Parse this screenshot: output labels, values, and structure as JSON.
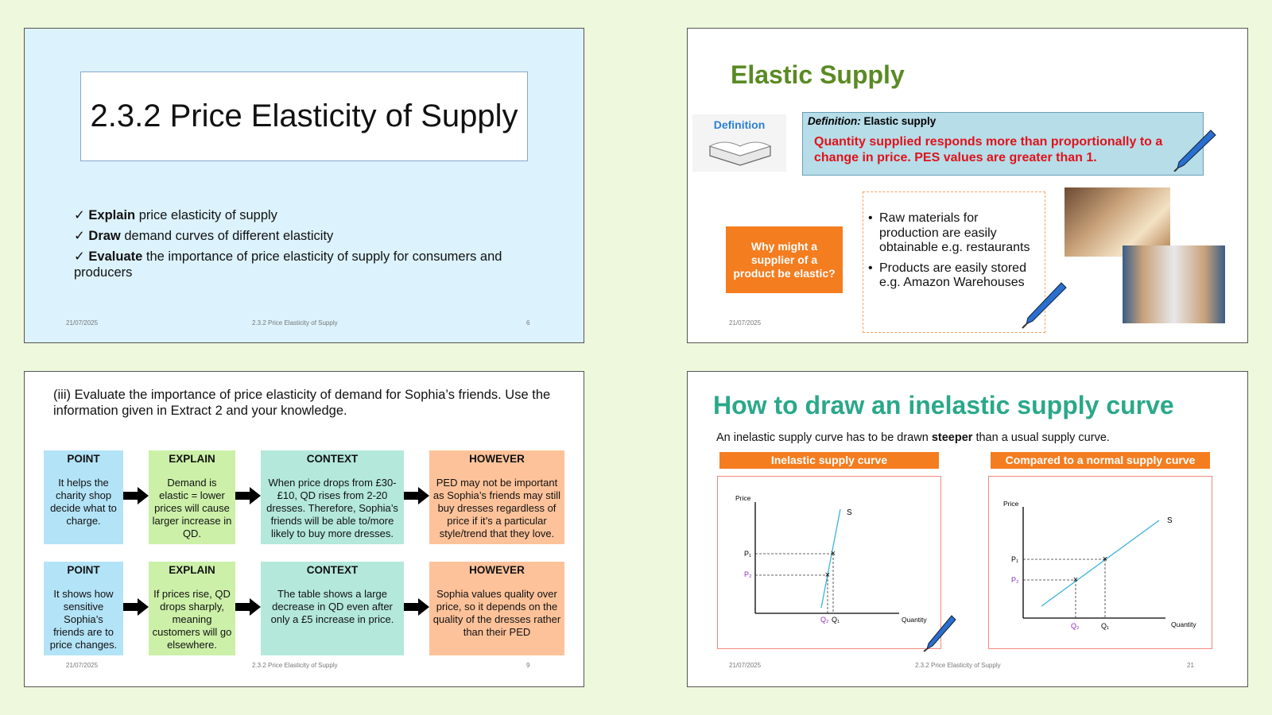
{
  "slide1": {
    "title": "2.3.2 Price Elasticity of Supply",
    "objectives": [
      {
        "bold": "Explain",
        "rest": " price elasticity of supply"
      },
      {
        "bold": "Draw",
        "rest": " demand curves of different elasticity"
      },
      {
        "bold": "Evaluate",
        "rest": " the importance of price elasticity of supply for consumers and producers"
      }
    ],
    "check": "✓",
    "footer": {
      "date": "21/07/2025",
      "center": "2.3.2 Price Elasticity of Supply",
      "page": "6"
    }
  },
  "slide2": {
    "title": "Elastic Supply",
    "definition_icon_text": "Definition",
    "definition_label": "Definition:",
    "definition_term": " Elastic supply",
    "definition_text": "Quantity supplied responds more than proportionally to a change in price. PES values are greater than 1.",
    "question": "Why might a supplier of a product be elastic?",
    "bullets": [
      "Raw materials for production are easily obtainable e.g. restaurants",
      "Products are easily stored e.g. Amazon Warehouses"
    ],
    "footer": {
      "date": "21/07/2025"
    }
  },
  "slide3": {
    "question": "(iii) Evaluate the importance of price elasticity of demand for Sophia’s friends. Use the information given in Extract 2 and your knowledge.",
    "rows": [
      [
        {
          "head": "POINT",
          "text": "It helps the charity shop decide what to charge."
        },
        {
          "head": "EXPLAIN",
          "text": "Demand is elastic = lower prices will cause larger increase in QD."
        },
        {
          "head": "CONTEXT",
          "text": "When price drops from £30-£10, QD rises from 2-20 dresses. Therefore, Sophia’s friends will be able to/more likely to buy more dresses."
        },
        {
          "head": "HOWEVER",
          "text": "PED may not be important as Sophia’s friends may still buy dresses regardless of price if it’s a particular style/trend that they love."
        }
      ],
      [
        {
          "head": "POINT",
          "text": "It shows how sensitive Sophia’s friends are to price changes."
        },
        {
          "head": "EXPLAIN",
          "text": "If prices rise, QD drops sharply, meaning customers will go elsewhere."
        },
        {
          "head": "CONTEXT",
          "text": "The table shows a large decrease in QD even after only a £5 increase in price."
        },
        {
          "head": "HOWEVER",
          "text": "Sophia values quality over price, so it depends on the quality of the dresses rather than their PED"
        }
      ]
    ],
    "colors": {
      "point": "#b3e3f7",
      "explain": "#ccf0a8",
      "context": "#b3e8da",
      "however": "#fdc29a"
    },
    "footer": {
      "date": "21/07/2025",
      "center": "2.3.2 Price Elasticity of Supply",
      "page": "9"
    }
  },
  "slide4": {
    "title": "How to draw an inelastic supply curve",
    "subtitle_pre": "An inelastic supply curve has to be drawn ",
    "subtitle_bold": "steeper",
    "subtitle_post": " than a usual supply curve.",
    "chart_left_head": "Inelastic supply curve",
    "chart_right_head": "Compared to a normal supply curve",
    "axis_y": "Price",
    "axis_x": "Quantity",
    "curve_label": "S",
    "p1": "P₁",
    "p2": "P₂",
    "q1": "Q₁",
    "q2": "Q₂",
    "marker": "×",
    "footer": {
      "date": "21/07/2025",
      "center": "2.3.2 Price Elasticity of Supply",
      "page": "21"
    }
  }
}
